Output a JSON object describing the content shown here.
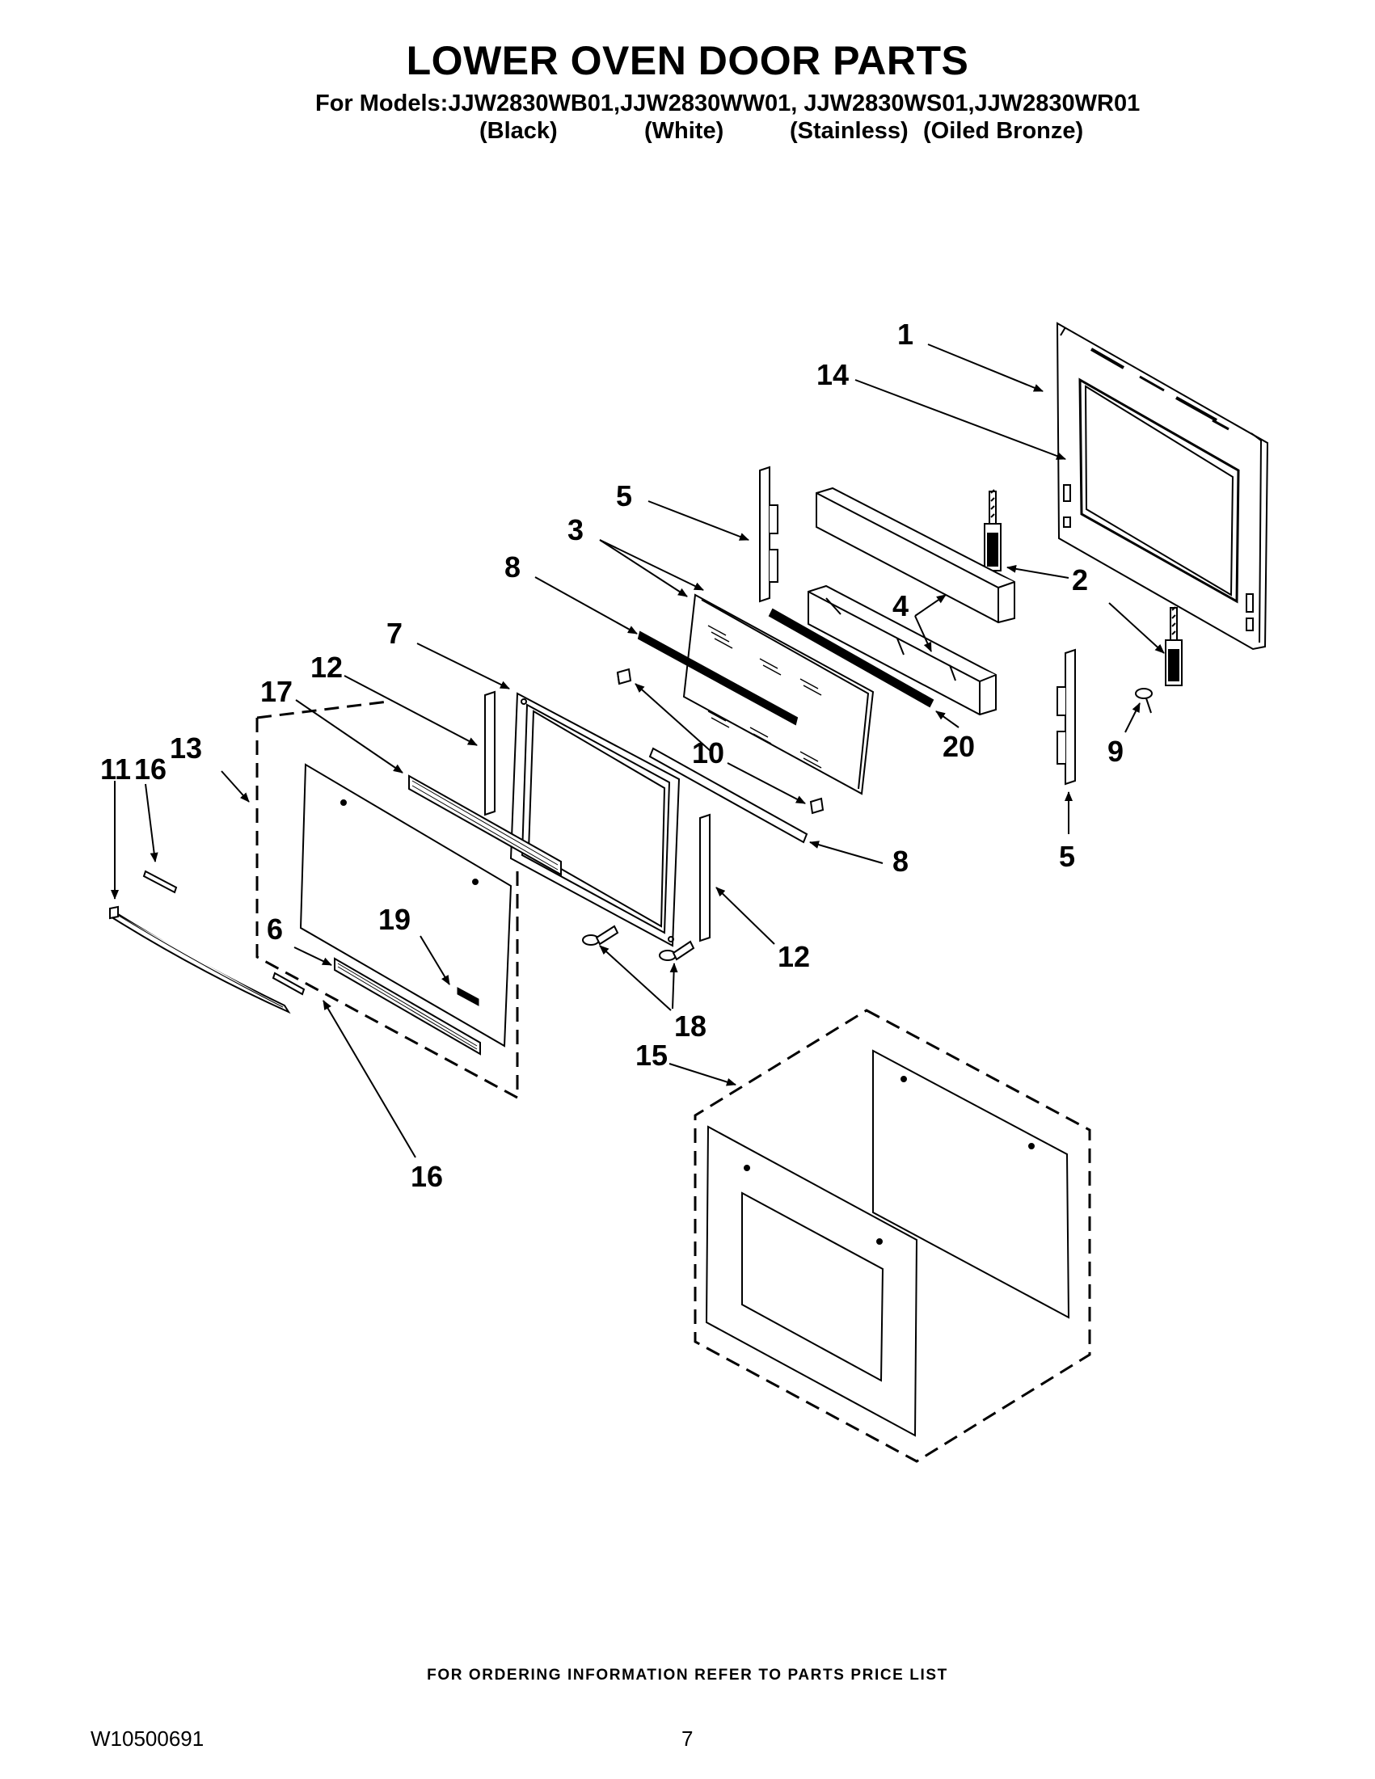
{
  "header": {
    "title": "LOWER OVEN DOOR PARTS",
    "models_line": "For Models:JJW2830WB01,JJW2830WW01, JJW2830WS01,JJW2830WR01",
    "variants": [
      "(Black)",
      "(White)",
      "(Stainless)",
      "(Oiled Bronze)"
    ]
  },
  "callouts": {
    "c1": "1",
    "c14": "14",
    "c5a": "5",
    "c3": "3",
    "c8a": "8",
    "c2": "2",
    "c4": "4",
    "c7": "7",
    "c12a": "12",
    "c17": "17",
    "c13": "13",
    "c11": "11",
    "c16a": "16",
    "c10": "10",
    "c20": "20",
    "c9": "9",
    "c5b": "5",
    "c8b": "8",
    "c6": "6",
    "c19": "19",
    "c12b": "12",
    "c18": "18",
    "c15": "15",
    "c16b": "16"
  },
  "footer": {
    "ordering_note": "FOR ORDERING INFORMATION REFER TO PARTS PRICE LIST",
    "doc_number": "W10500691",
    "page_number": "7"
  }
}
